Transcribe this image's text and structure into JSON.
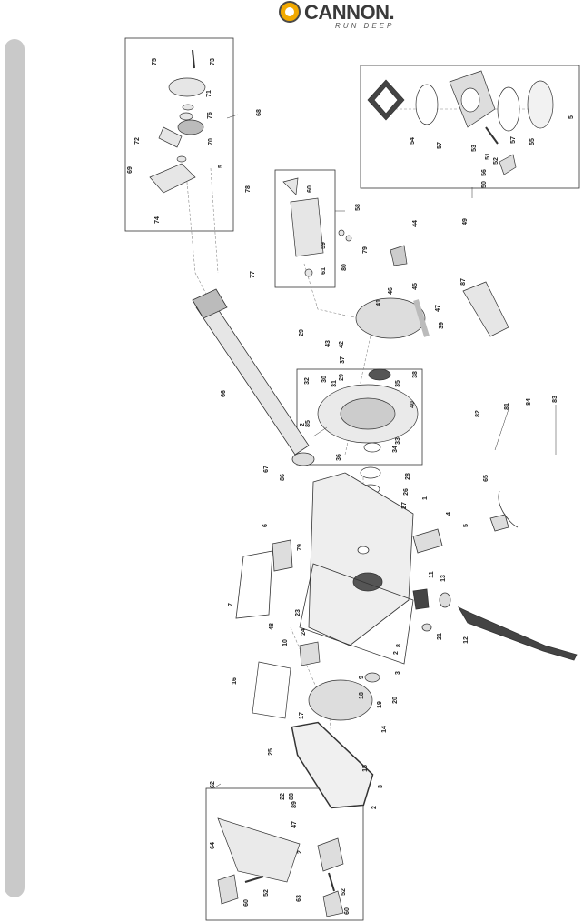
{
  "brand": {
    "name": "CANNON.",
    "tagline": "RUN DEEP"
  },
  "callouts": [
    {
      "id": "c75",
      "text": "75"
    },
    {
      "id": "c73",
      "text": "73"
    },
    {
      "id": "c68",
      "text": "68"
    },
    {
      "id": "c71",
      "text": "71"
    },
    {
      "id": "c76",
      "text": "76"
    },
    {
      "id": "c70",
      "text": "70"
    },
    {
      "id": "c72",
      "text": "72"
    },
    {
      "id": "c69",
      "text": "69"
    },
    {
      "id": "c5a",
      "text": "5"
    },
    {
      "id": "c74",
      "text": "74"
    },
    {
      "id": "c78",
      "text": "78"
    },
    {
      "id": "c77",
      "text": "77"
    },
    {
      "id": "c60a",
      "text": "60"
    },
    {
      "id": "c58",
      "text": "58"
    },
    {
      "id": "c59",
      "text": "59"
    },
    {
      "id": "c61",
      "text": "61"
    },
    {
      "id": "c79a",
      "text": "79"
    },
    {
      "id": "c80",
      "text": "80"
    },
    {
      "id": "c54",
      "text": "54"
    },
    {
      "id": "c57a",
      "text": "57"
    },
    {
      "id": "c53",
      "text": "53"
    },
    {
      "id": "c51",
      "text": "51"
    },
    {
      "id": "c52a",
      "text": "52"
    },
    {
      "id": "c56",
      "text": "56"
    },
    {
      "id": "c50",
      "text": "50"
    },
    {
      "id": "c57b",
      "text": "57"
    },
    {
      "id": "c55",
      "text": "55"
    },
    {
      "id": "c5b",
      "text": "5"
    },
    {
      "id": "c49",
      "text": "49"
    },
    {
      "id": "c44",
      "text": "44"
    },
    {
      "id": "c45",
      "text": "45"
    },
    {
      "id": "c46",
      "text": "46"
    },
    {
      "id": "c41",
      "text": "41"
    },
    {
      "id": "c47a",
      "text": "47"
    },
    {
      "id": "c39",
      "text": "39"
    },
    {
      "id": "c87",
      "text": "87"
    },
    {
      "id": "c43",
      "text": "43"
    },
    {
      "id": "c42",
      "text": "42"
    },
    {
      "id": "c29a",
      "text": "29"
    },
    {
      "id": "c37",
      "text": "37"
    },
    {
      "id": "c38",
      "text": "38"
    },
    {
      "id": "c32",
      "text": "32"
    },
    {
      "id": "c30",
      "text": "30"
    },
    {
      "id": "c31",
      "text": "31"
    },
    {
      "id": "c29b",
      "text": "29"
    },
    {
      "id": "c35",
      "text": "35"
    },
    {
      "id": "c40",
      "text": "40"
    },
    {
      "id": "c66",
      "text": "66"
    },
    {
      "id": "c2a",
      "text": "2"
    },
    {
      "id": "c85",
      "text": "85"
    },
    {
      "id": "c36",
      "text": "36"
    },
    {
      "id": "c34",
      "text": "34"
    },
    {
      "id": "c33",
      "text": "33"
    },
    {
      "id": "c67",
      "text": "67"
    },
    {
      "id": "c86",
      "text": "86"
    },
    {
      "id": "c28",
      "text": "28"
    },
    {
      "id": "c26",
      "text": "26"
    },
    {
      "id": "c27",
      "text": "27"
    },
    {
      "id": "c82",
      "text": "82"
    },
    {
      "id": "c81",
      "text": "81"
    },
    {
      "id": "c84",
      "text": "84"
    },
    {
      "id": "c83",
      "text": "83"
    },
    {
      "id": "c65",
      "text": "65"
    },
    {
      "id": "c1",
      "text": "1"
    },
    {
      "id": "c4",
      "text": "4"
    },
    {
      "id": "c5c",
      "text": "5"
    },
    {
      "id": "c6",
      "text": "6"
    },
    {
      "id": "c79b",
      "text": "79"
    },
    {
      "id": "c7",
      "text": "7"
    },
    {
      "id": "c11",
      "text": "11"
    },
    {
      "id": "c13",
      "text": "13"
    },
    {
      "id": "c48",
      "text": "48"
    },
    {
      "id": "c23",
      "text": "23"
    },
    {
      "id": "c24",
      "text": "24"
    },
    {
      "id": "c8",
      "text": "8"
    },
    {
      "id": "c2b",
      "text": "2"
    },
    {
      "id": "c21",
      "text": "21"
    },
    {
      "id": "c12",
      "text": "12"
    },
    {
      "id": "c10",
      "text": "10"
    },
    {
      "id": "c3a",
      "text": "3"
    },
    {
      "id": "c9",
      "text": "9"
    },
    {
      "id": "c18",
      "text": "18"
    },
    {
      "id": "c19",
      "text": "19"
    },
    {
      "id": "c20",
      "text": "20"
    },
    {
      "id": "c16",
      "text": "16"
    },
    {
      "id": "c17",
      "text": "17"
    },
    {
      "id": "c14",
      "text": "14"
    },
    {
      "id": "c25",
      "text": "25"
    },
    {
      "id": "c15",
      "text": "15"
    },
    {
      "id": "c62",
      "text": "62"
    },
    {
      "id": "c3b",
      "text": "3"
    },
    {
      "id": "c22",
      "text": "22"
    },
    {
      "id": "c88",
      "text": "88"
    },
    {
      "id": "c89",
      "text": "89"
    },
    {
      "id": "c2c",
      "text": "2"
    },
    {
      "id": "c47b",
      "text": "47"
    },
    {
      "id": "c64",
      "text": "64"
    },
    {
      "id": "c2d",
      "text": "2"
    },
    {
      "id": "c52b",
      "text": "52"
    },
    {
      "id": "c63",
      "text": "63"
    },
    {
      "id": "c52c",
      "text": "52"
    },
    {
      "id": "c60b",
      "text": "60"
    },
    {
      "id": "c60c",
      "text": "60"
    }
  ]
}
